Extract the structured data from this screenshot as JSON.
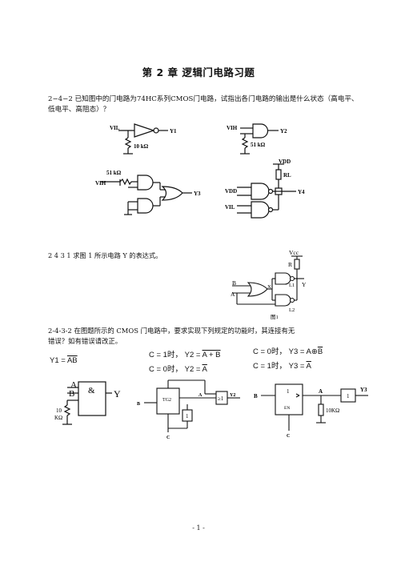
{
  "chapter_title": "第 2 章  逻辑门电路习题",
  "q1": {
    "line1": "2−4−2  已知图中的门电路为74HC系列CMOS门电路，试指出各门电路的输出是什么状态（高电平、",
    "line2": "低电平、高阻态）？",
    "c1": {
      "in": "VIL",
      "out": "Y1",
      "res": "10 kΩ"
    },
    "c2": {
      "in": "VIH",
      "out": "Y2",
      "res": "51 kΩ"
    },
    "c3": {
      "res": "51 kΩ",
      "in": "VIH",
      "out": "Y3"
    },
    "c4": {
      "vdd_top": "VDD",
      "rl": "RL",
      "in1": "VDD",
      "in2": "VIL",
      "out": "Y4"
    }
  },
  "q2": {
    "text": "2 4 3 1 求图 1 所示电路 Y 的表达式。",
    "labels": {
      "vcc": "Vcc",
      "r": "R",
      "b": "B",
      "a": "A",
      "x": "X",
      "l1": "L1",
      "y": "Y",
      "l2": "L2"
    },
    "caption": "图1"
  },
  "q3": {
    "line1": "2-4-3-2 在图题所示的 CMOS 门电路中，要求实现下列规定的功能时，其连接有无",
    "line2": "错误？如有错误请改正。",
    "f1": {
      "lhs": "Y1 = ",
      "rhs": "AB"
    },
    "f2a": {
      "cond": "C = 1时， Y2 = ",
      "rhs": "A + B"
    },
    "f2b": {
      "cond": "C = 0时， Y2 = ",
      "rhs": "A"
    },
    "f3a": {
      "cond": "C = 0时， Y3 = A⊕",
      "rhs": "B"
    },
    "f3b": {
      "cond": "C = 1时， Y3 = ",
      "rhs": "A"
    },
    "c1": {
      "a": "A",
      "b": "B",
      "amp": "&",
      "y": "Y",
      "res1": "10",
      "res2": "KΩ"
    },
    "c2": {
      "tg": "TG2",
      "b": "B",
      "a": "A",
      "one": "1",
      "ge": "≥1",
      "y": "Y2",
      "c": "C"
    },
    "c3": {
      "b": "B",
      "one": "1",
      "en": "EN",
      "a": "A",
      "res": "10KΩ",
      "one2": "1",
      "y": "Y3",
      "c": "C"
    }
  },
  "page_number": "- 1 -"
}
